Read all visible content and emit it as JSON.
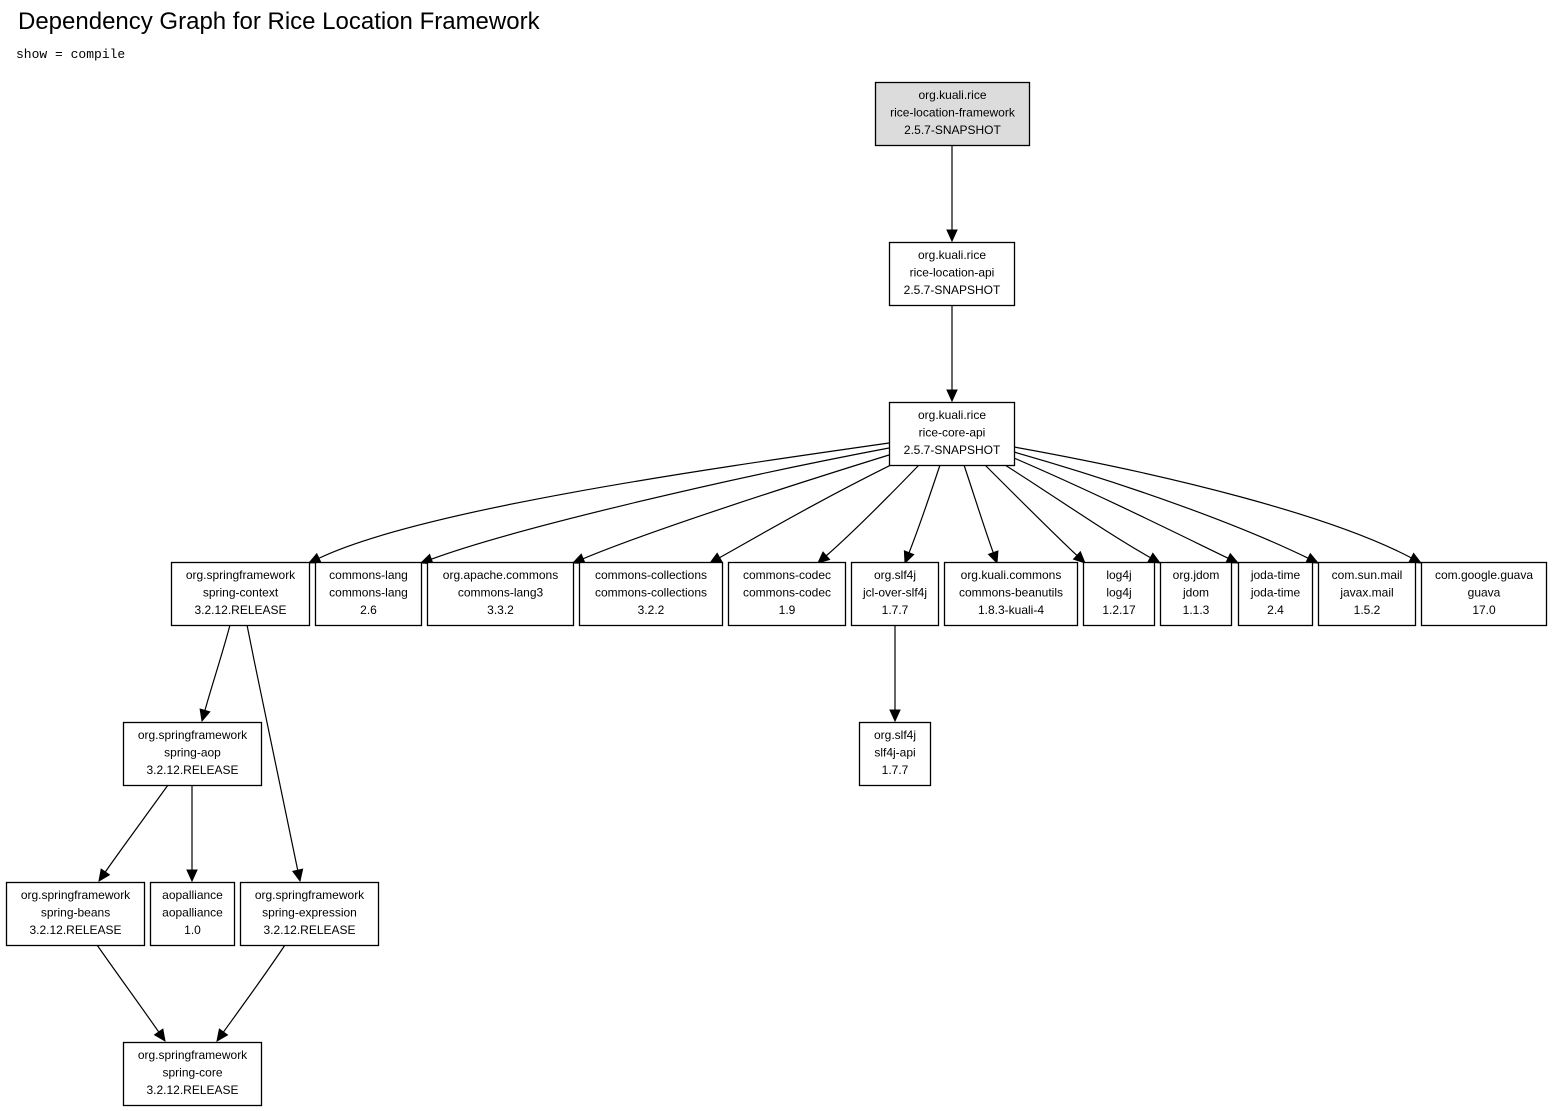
{
  "title": "Dependency Graph for Rice Location Framework",
  "subtitle": "show = compile",
  "colors": {
    "root_fill": "#dcdcdc",
    "node_fill": "#ffffff",
    "stroke": "#000000"
  },
  "nodes": [
    {
      "id": "rice-location-framework",
      "group": "org.kuali.rice",
      "artifact": "rice-location-framework",
      "version": "2.5.7-SNAPSHOT",
      "root": true
    },
    {
      "id": "rice-location-api",
      "group": "org.kuali.rice",
      "artifact": "rice-location-api",
      "version": "2.5.7-SNAPSHOT"
    },
    {
      "id": "rice-core-api",
      "group": "org.kuali.rice",
      "artifact": "rice-core-api",
      "version": "2.5.7-SNAPSHOT"
    },
    {
      "id": "spring-context",
      "group": "org.springframework",
      "artifact": "spring-context",
      "version": "3.2.12.RELEASE"
    },
    {
      "id": "commons-lang",
      "group": "commons-lang",
      "artifact": "commons-lang",
      "version": "2.6"
    },
    {
      "id": "commons-lang3",
      "group": "org.apache.commons",
      "artifact": "commons-lang3",
      "version": "3.3.2"
    },
    {
      "id": "commons-collections",
      "group": "commons-collections",
      "artifact": "commons-collections",
      "version": "3.2.2"
    },
    {
      "id": "commons-codec",
      "group": "commons-codec",
      "artifact": "commons-codec",
      "version": "1.9"
    },
    {
      "id": "jcl-over-slf4j",
      "group": "org.slf4j",
      "artifact": "jcl-over-slf4j",
      "version": "1.7.7"
    },
    {
      "id": "commons-beanutils",
      "group": "org.kuali.commons",
      "artifact": "commons-beanutils",
      "version": "1.8.3-kuali-4"
    },
    {
      "id": "log4j",
      "group": "log4j",
      "artifact": "log4j",
      "version": "1.2.17"
    },
    {
      "id": "jdom",
      "group": "org.jdom",
      "artifact": "jdom",
      "version": "1.1.3"
    },
    {
      "id": "joda-time",
      "group": "joda-time",
      "artifact": "joda-time",
      "version": "2.4"
    },
    {
      "id": "javax-mail",
      "group": "com.sun.mail",
      "artifact": "javax.mail",
      "version": "1.5.2"
    },
    {
      "id": "guava",
      "group": "com.google.guava",
      "artifact": "guava",
      "version": "17.0"
    },
    {
      "id": "spring-aop",
      "group": "org.springframework",
      "artifact": "spring-aop",
      "version": "3.2.12.RELEASE"
    },
    {
      "id": "slf4j-api",
      "group": "org.slf4j",
      "artifact": "slf4j-api",
      "version": "1.7.7"
    },
    {
      "id": "spring-beans",
      "group": "org.springframework",
      "artifact": "spring-beans",
      "version": "3.2.12.RELEASE"
    },
    {
      "id": "aopalliance",
      "group": "aopalliance",
      "artifact": "aopalliance",
      "version": "1.0"
    },
    {
      "id": "spring-expression",
      "group": "org.springframework",
      "artifact": "spring-expression",
      "version": "3.2.12.RELEASE"
    },
    {
      "id": "spring-core",
      "group": "org.springframework",
      "artifact": "spring-core",
      "version": "3.2.12.RELEASE"
    }
  ],
  "edges": [
    {
      "from": "rice-location-framework",
      "to": "rice-location-api"
    },
    {
      "from": "rice-location-api",
      "to": "rice-core-api"
    },
    {
      "from": "rice-core-api",
      "to": "spring-context"
    },
    {
      "from": "rice-core-api",
      "to": "commons-lang"
    },
    {
      "from": "rice-core-api",
      "to": "commons-lang3"
    },
    {
      "from": "rice-core-api",
      "to": "commons-collections"
    },
    {
      "from": "rice-core-api",
      "to": "commons-codec"
    },
    {
      "from": "rice-core-api",
      "to": "jcl-over-slf4j"
    },
    {
      "from": "rice-core-api",
      "to": "commons-beanutils"
    },
    {
      "from": "rice-core-api",
      "to": "log4j"
    },
    {
      "from": "rice-core-api",
      "to": "jdom"
    },
    {
      "from": "rice-core-api",
      "to": "joda-time"
    },
    {
      "from": "rice-core-api",
      "to": "javax-mail"
    },
    {
      "from": "rice-core-api",
      "to": "guava"
    },
    {
      "from": "spring-context",
      "to": "spring-aop"
    },
    {
      "from": "spring-context",
      "to": "spring-expression"
    },
    {
      "from": "jcl-over-slf4j",
      "to": "slf4j-api"
    },
    {
      "from": "spring-aop",
      "to": "spring-beans"
    },
    {
      "from": "spring-aop",
      "to": "aopalliance"
    },
    {
      "from": "spring-beans",
      "to": "spring-core"
    },
    {
      "from": "spring-expression",
      "to": "spring-core"
    }
  ]
}
